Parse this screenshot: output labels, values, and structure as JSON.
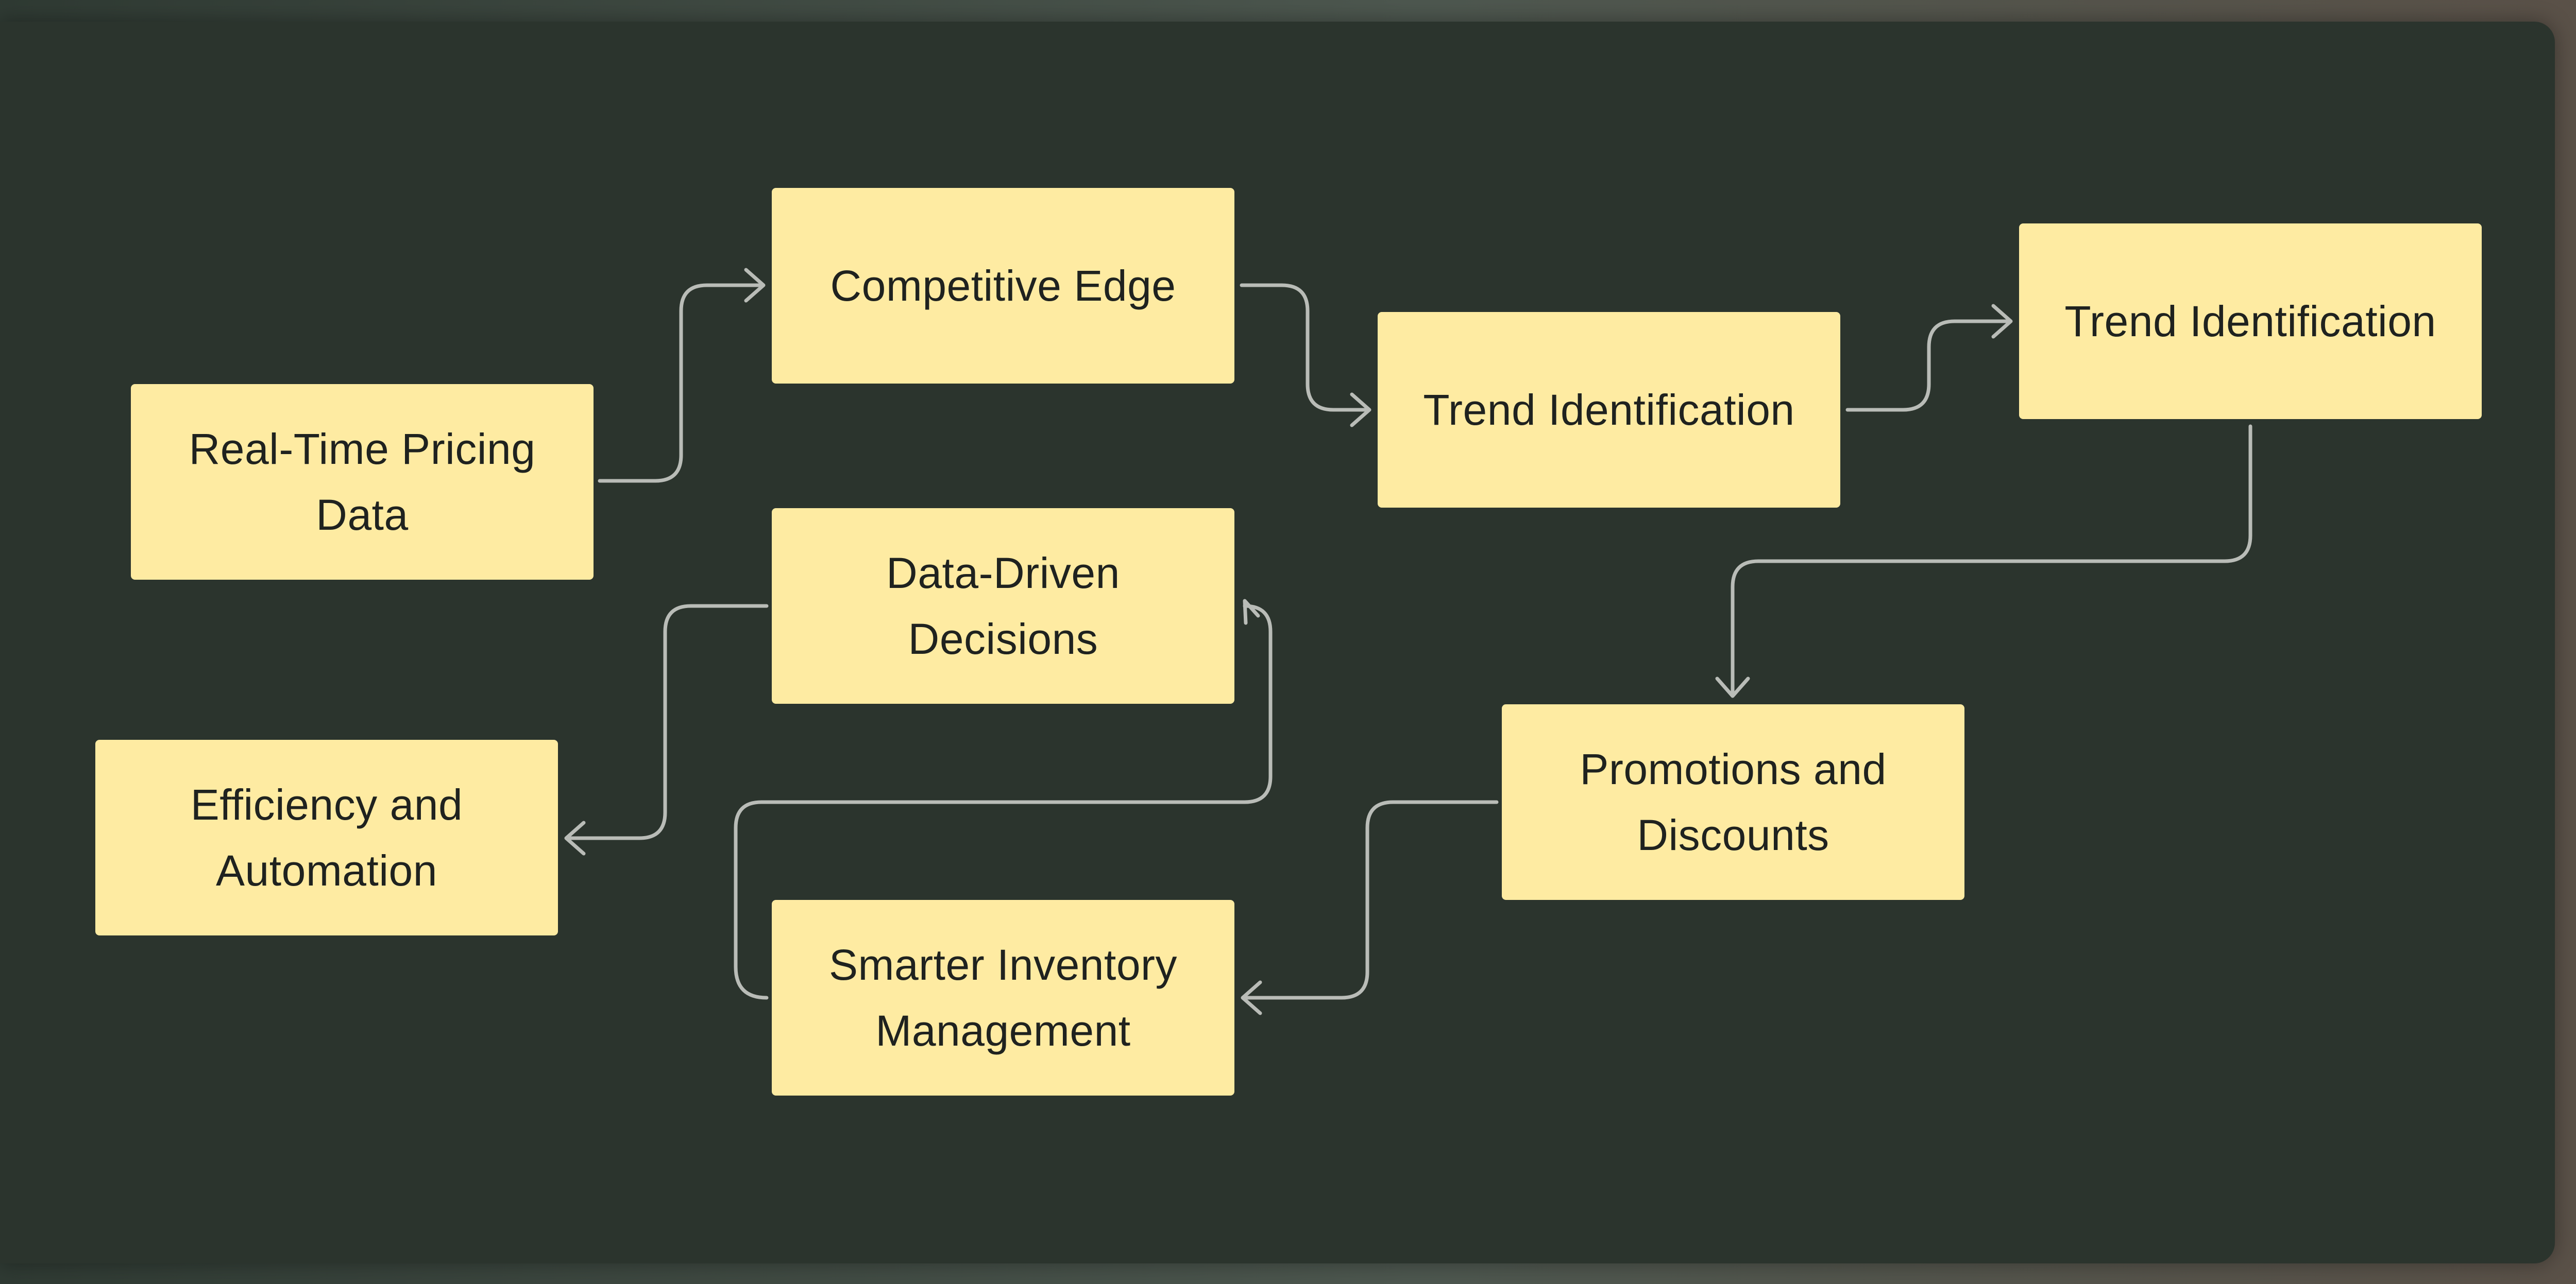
{
  "diagram": {
    "background_color": "#2b342d",
    "node_color": "#feeba2",
    "connector_color": "#b9bcb7",
    "nodes": {
      "real_time_pricing": "Real-Time Pricing Data",
      "competitive_edge": "Competitive Edge",
      "trend_identification_1": "Trend Identification",
      "trend_identification_2": "Trend Identification",
      "data_driven_decisions": "Data-Driven Decisions",
      "efficiency_automation": "Efficiency and Automation",
      "promotions_discounts": "Promotions and Discounts",
      "smarter_inventory": "Smarter Inventory Management"
    },
    "edges": [
      {
        "from": "real_time_pricing",
        "to": "competitive_edge"
      },
      {
        "from": "competitive_edge",
        "to": "trend_identification_1"
      },
      {
        "from": "trend_identification_1",
        "to": "trend_identification_2"
      },
      {
        "from": "trend_identification_2",
        "to": "promotions_discounts"
      },
      {
        "from": "promotions_discounts",
        "to": "smarter_inventory"
      },
      {
        "from": "smarter_inventory",
        "to": "data_driven_decisions"
      },
      {
        "from": "data_driven_decisions",
        "to": "efficiency_automation"
      }
    ]
  }
}
